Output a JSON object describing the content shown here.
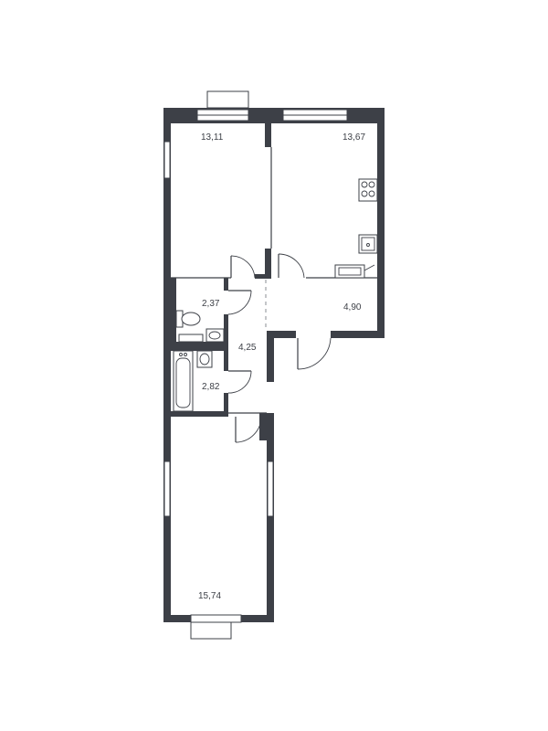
{
  "rooms": [
    {
      "id": "bedroom-1",
      "area": "13,11"
    },
    {
      "id": "kitchen-living",
      "area": "13,67"
    },
    {
      "id": "toilet",
      "area": "2,37"
    },
    {
      "id": "hallway",
      "area": "4,90"
    },
    {
      "id": "corridor",
      "area": "4,25"
    },
    {
      "id": "bathroom",
      "area": "2,82"
    },
    {
      "id": "bedroom-2",
      "area": "15,74"
    }
  ],
  "colors": {
    "wall": "#3d4047",
    "background": "#ffffff"
  }
}
